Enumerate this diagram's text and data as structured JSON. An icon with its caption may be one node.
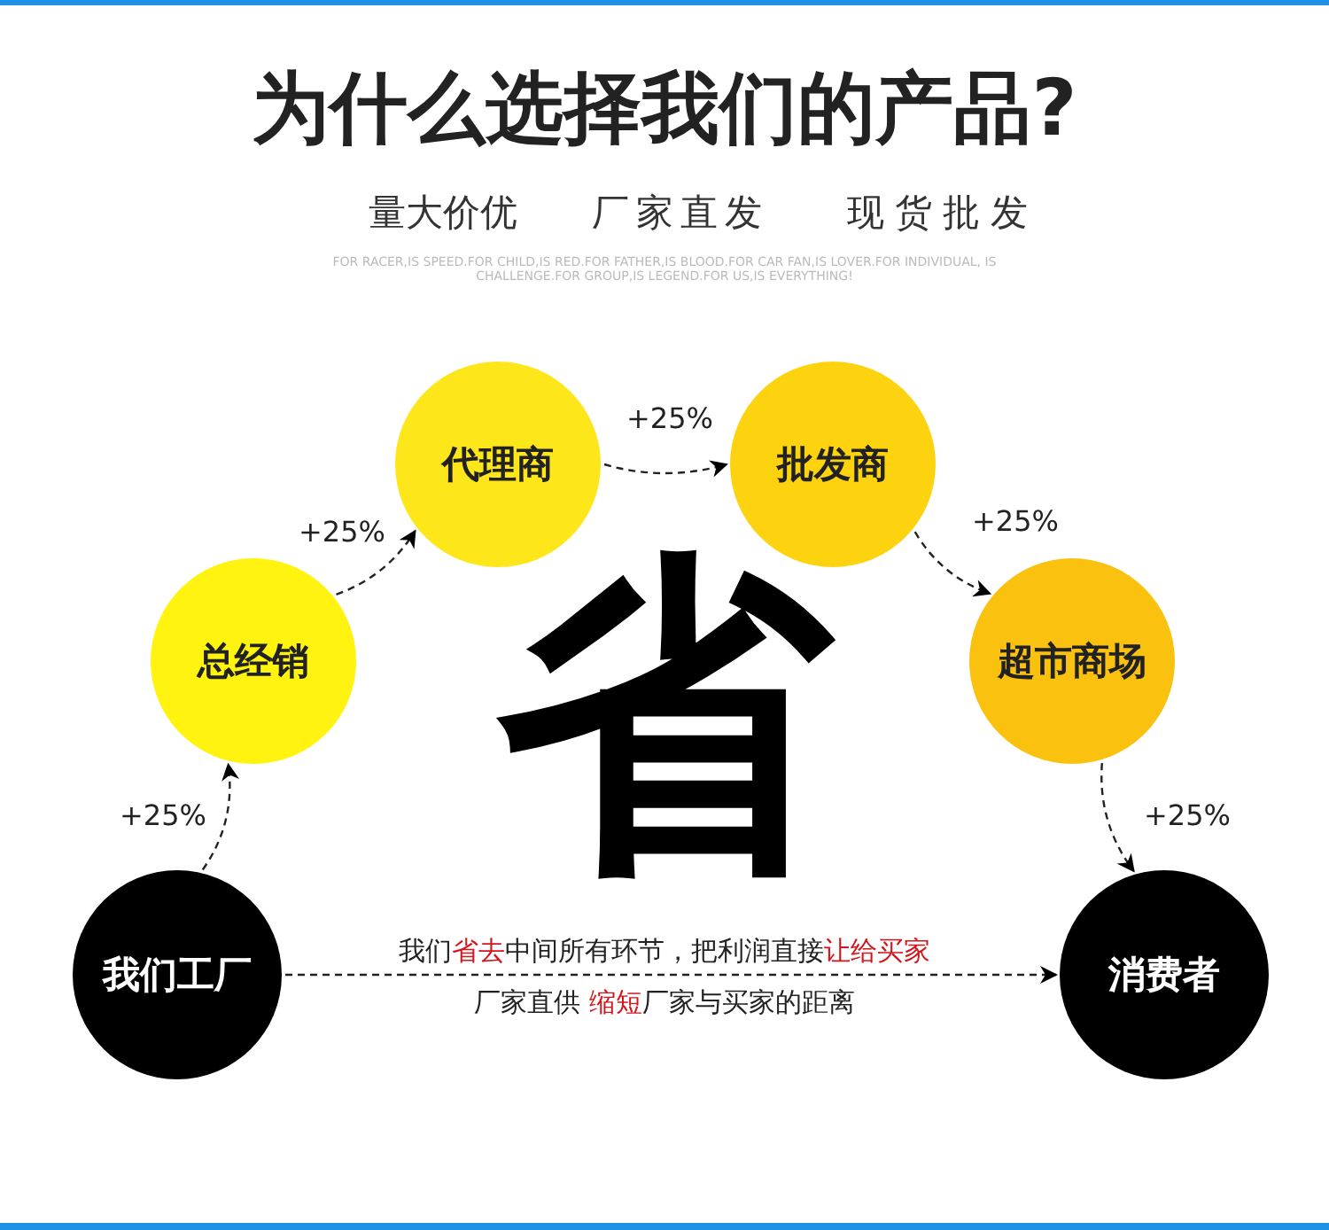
{
  "diagram": {
    "title": "为什么选择我们的产品?",
    "nodes": [
      {
        "text": [
          "代理商"
        ]
      },
      {
        "text": [
          "批发商"
        ]
      },
      {
        "text": [
          "总经销"
        ]
      },
      {
        "text": [
          "超市商场"
        ]
      },
      {
        "text": [
          "我们工厂"
        ]
      },
      {
        "text": [
          "消费者"
        ]
      }
    ],
    "edges": [
      {
        "from": 4,
        "to": 2,
        "arrow": "to",
        "style": "dashed",
        "label": "+25%"
      },
      {
        "from": 2,
        "to": 0,
        "arrow": "to",
        "style": "dashed",
        "label": "+25%"
      },
      {
        "from": 0,
        "to": 1,
        "arrow": "to",
        "style": "dashed",
        "label": "+25%"
      },
      {
        "from": 1,
        "to": 3,
        "arrow": "to",
        "style": "dashed",
        "label": "+25%"
      },
      {
        "from": 3,
        "to": 5,
        "arrow": "to",
        "style": "dashed",
        "label": "+25%"
      },
      {
        "from": 4,
        "to": 5,
        "arrow": "to",
        "style": "dashed",
        "label": "我们**省去**中间所有环节，把利润直接**让给买家**"
      }
    ],
    "labels": [
      "量大价优",
      "厂家直发",
      "现货批发",
      "FOR RACER,IS SPEED.FOR CHILD,IS RED.FOR FATHER,IS BLOOD.FOR CAR FAN,IS LOVER.FOR INDIVIDUAL, IS CHALLENGE.FOR GROUP,IS LEGEND.FOR US,IS EVERYTHING!",
      "省",
      "厂家直供 **缩短**厂家与买家的距离"
    ]
  }
}
